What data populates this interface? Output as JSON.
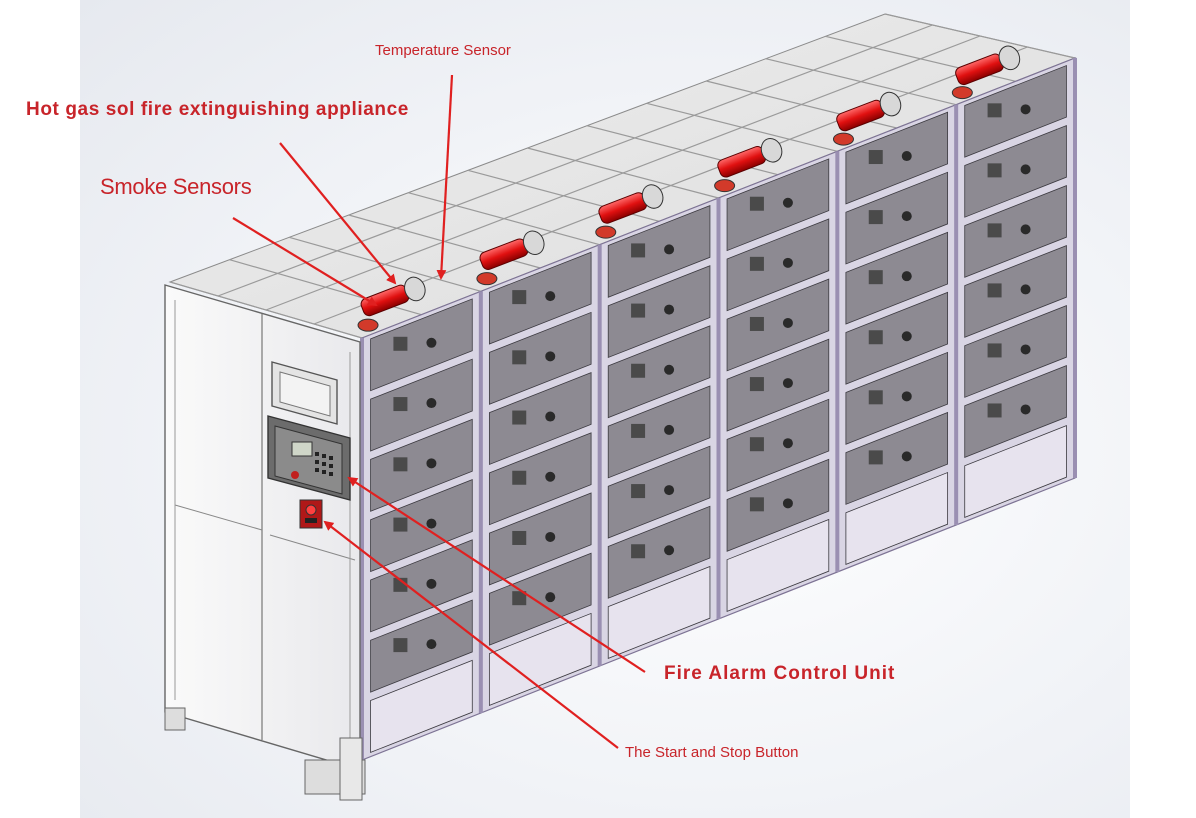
{
  "accent_color": "#c8242a",
  "frame_color": "#9a8fb2",
  "callouts": {
    "temperature_sensor": "Temperature Sensor",
    "hot_gas_sol": "Hot gas sol fire extinguishing appliance",
    "smoke_sensors": "Smoke Sensors",
    "fire_alarm_control_unit": "Fire Alarm Control Unit",
    "start_stop_button": "The Start and Stop Button"
  }
}
